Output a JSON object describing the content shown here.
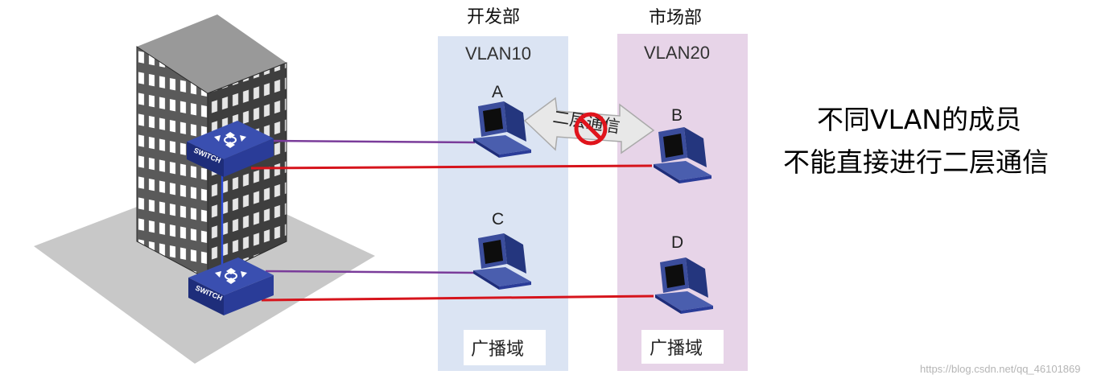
{
  "departments": [
    {
      "name": "开发部",
      "vlan": "VLAN10",
      "zone": "广播域",
      "color": "#dbe4f3"
    },
    {
      "name": "市场部",
      "vlan": "VLAN20",
      "zone": "广播域",
      "color": "#e7d4e8"
    }
  ],
  "computers": [
    "A",
    "B",
    "C",
    "D"
  ],
  "switch_label": "SWITCH",
  "arrow_label": "二层通信",
  "note": {
    "line1": "不同VLAN的成员",
    "line2": "不能直接进行二层通信"
  },
  "watermark": "https://blog.csdn.net/qq_46101869",
  "colors": {
    "vlan10_link": "#7a3c9a",
    "vlan20_link": "#d6141c",
    "trunk": "#2b4bd8",
    "block": "#e0141c"
  }
}
